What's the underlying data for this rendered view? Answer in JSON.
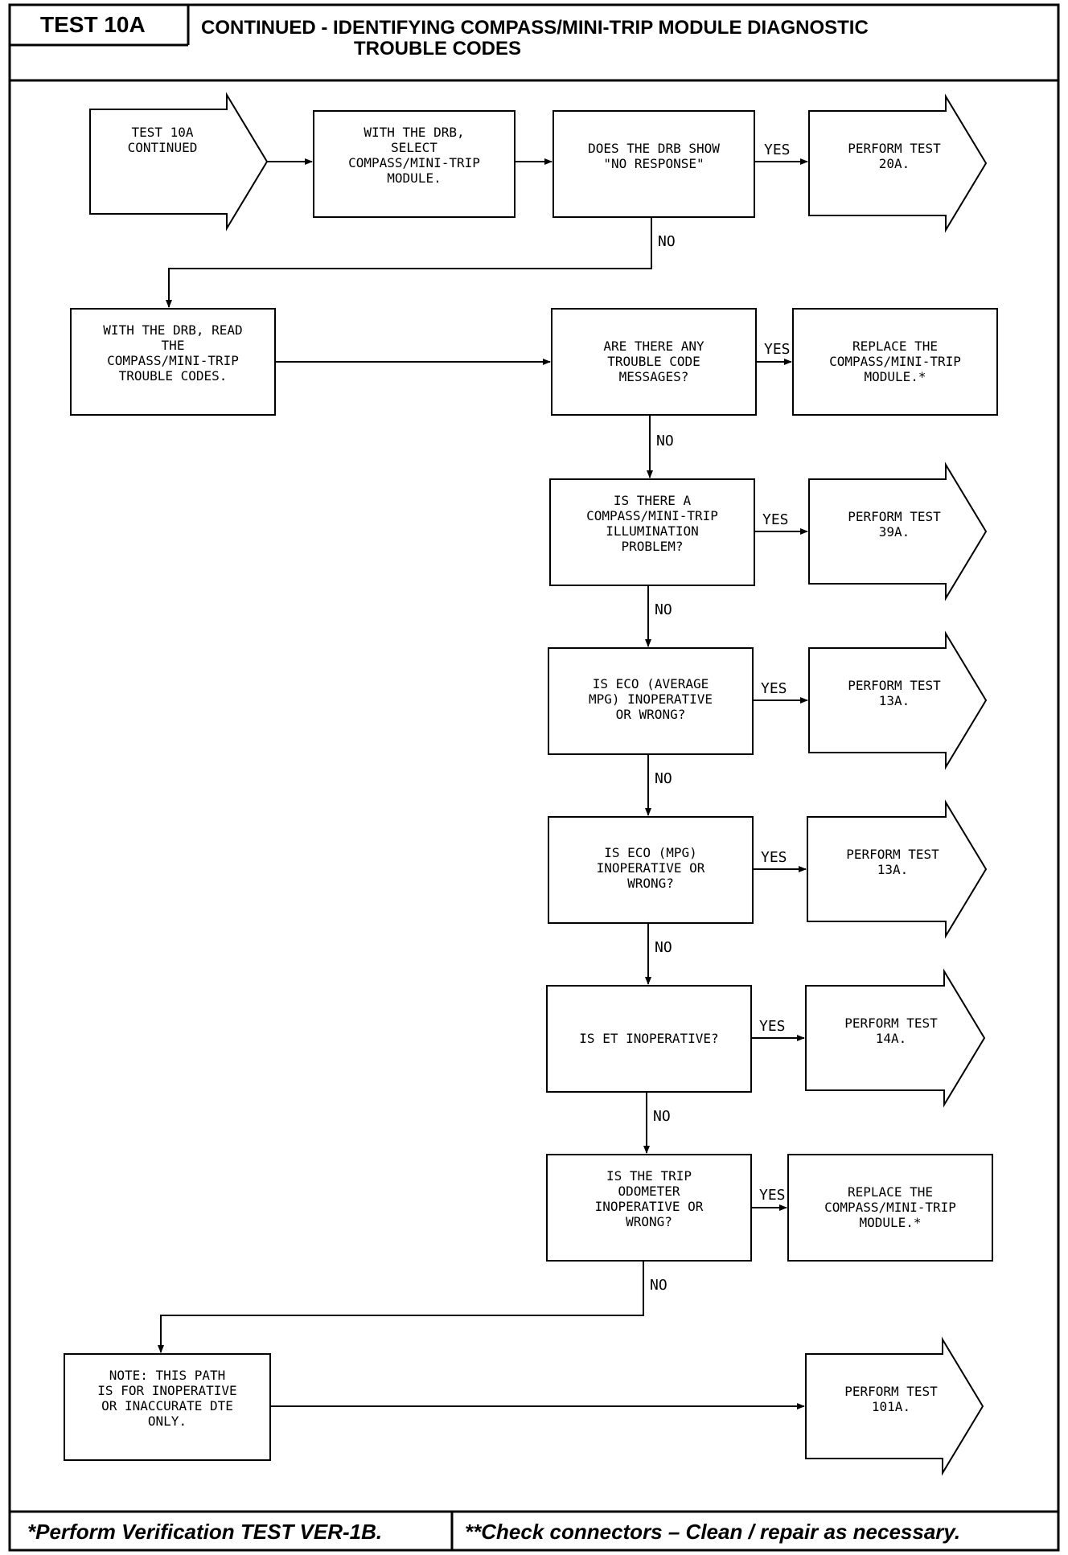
{
  "header": {
    "test_id": "TEST 10A",
    "title_line1": "CONTINUED -  IDENTIFYING COMPASS/MINI-TRIP MODULE DIAGNOSTIC",
    "title_line2": "TROUBLE CODES"
  },
  "nodes": [
    {
      "id": "start",
      "lines": [
        "TEST 10A",
        "CONTINUED"
      ]
    },
    {
      "id": "select",
      "lines": [
        "WITH THE DRB,",
        "SELECT",
        "COMPASS/MINI-TRIP",
        "MODULE."
      ]
    },
    {
      "id": "q_no_response",
      "lines": [
        "DOES THE DRB SHOW",
        "\"NO RESPONSE\""
      ]
    },
    {
      "id": "r_20a",
      "lines": [
        "PERFORM TEST",
        "20A."
      ]
    },
    {
      "id": "read_codes",
      "lines": [
        "WITH THE DRB, READ",
        "THE",
        "COMPASS/MINI-TRIP",
        "TROUBLE CODES."
      ]
    },
    {
      "id": "q_trouble",
      "lines": [
        "ARE THERE ANY",
        "TROUBLE CODE",
        "MESSAGES?"
      ]
    },
    {
      "id": "r_replace1",
      "lines": [
        "REPLACE THE",
        "COMPASS/MINI-TRIP",
        "MODULE.*"
      ]
    },
    {
      "id": "q_illum",
      "lines": [
        "IS THERE A",
        "COMPASS/MINI-TRIP",
        "ILLUMINATION",
        "PROBLEM?"
      ]
    },
    {
      "id": "r_39a",
      "lines": [
        "PERFORM TEST",
        "39A."
      ]
    },
    {
      "id": "q_eco_avg",
      "lines": [
        "IS ECO (AVERAGE",
        "MPG) INOPERATIVE",
        "OR WRONG?"
      ]
    },
    {
      "id": "r_13a_1",
      "lines": [
        "PERFORM TEST",
        "13A."
      ]
    },
    {
      "id": "q_eco_mpg",
      "lines": [
        "IS ECO (MPG)",
        "INOPERATIVE OR",
        "WRONG?"
      ]
    },
    {
      "id": "r_13a_2",
      "lines": [
        "PERFORM TEST",
        "13A."
      ]
    },
    {
      "id": "q_et",
      "lines": [
        "IS ET INOPERATIVE?"
      ]
    },
    {
      "id": "r_14a",
      "lines": [
        "PERFORM TEST",
        "14A."
      ]
    },
    {
      "id": "q_trip",
      "lines": [
        "IS THE TRIP",
        "ODOMETER",
        "INOPERATIVE OR",
        "WRONG?"
      ]
    },
    {
      "id": "r_replace2",
      "lines": [
        "REPLACE THE",
        "COMPASS/MINI-TRIP",
        "MODULE.*"
      ]
    },
    {
      "id": "note",
      "lines": [
        "NOTE:  THIS PATH",
        "IS FOR INOPERATIVE",
        "OR INACCURATE DTE",
        "ONLY."
      ]
    },
    {
      "id": "r_101a",
      "lines": [
        "PERFORM TEST",
        "101A."
      ]
    }
  ],
  "edge_labels": [
    {
      "id": "yes1",
      "text": "YES"
    },
    {
      "id": "no1",
      "text": "NO"
    },
    {
      "id": "yes2",
      "text": "YES"
    },
    {
      "id": "no2",
      "text": "NO"
    },
    {
      "id": "yes3",
      "text": "YES"
    },
    {
      "id": "no3",
      "text": "NO"
    },
    {
      "id": "yes4",
      "text": "YES"
    },
    {
      "id": "no4",
      "text": "NO"
    },
    {
      "id": "yes5",
      "text": "YES"
    },
    {
      "id": "no5",
      "text": "NO"
    },
    {
      "id": "yes6",
      "text": "YES"
    },
    {
      "id": "no6",
      "text": "NO"
    },
    {
      "id": "yes7",
      "text": "YES"
    },
    {
      "id": "no7",
      "text": "NO"
    }
  ],
  "footer": {
    "left": "*Perform Verification TEST VER-1B.",
    "right": "**Check connectors – Clean / repair as  necessary."
  }
}
